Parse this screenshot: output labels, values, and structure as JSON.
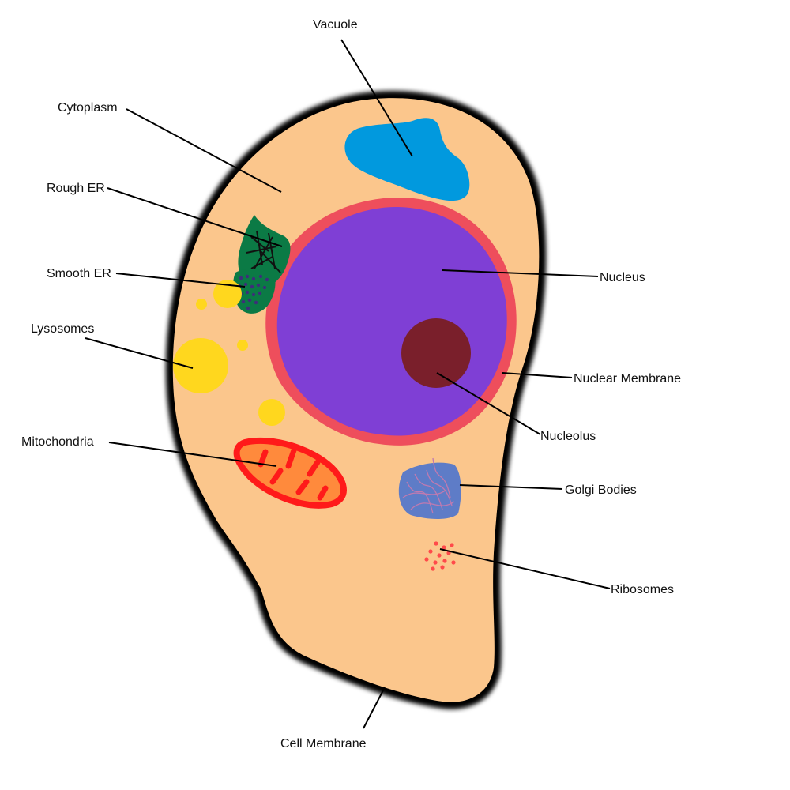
{
  "labels": {
    "vacuole": "Vacuole",
    "cytoplasm": "Cytoplasm",
    "rough_er": "Rough ER",
    "smooth_er": "Smooth ER",
    "lysosomes": "Lysosomes",
    "mitochondria": "Mitochondria",
    "nucleus": "Nucleus",
    "nuclear_membrane": "Nuclear Membrane",
    "nucleolus": "Nucleolus",
    "golgi_bodies": "Golgi Bodies",
    "ribosomes": "Ribosomes",
    "cell_membrane": "Cell Membrane"
  },
  "colors": {
    "cytoplasm": "#FBC68C",
    "cell_membrane": "#000000",
    "vacuole": "#0199DE",
    "nucleus": "#7F3FD5",
    "nuclear_membrane": "#EE4E5C",
    "nucleolus": "#7A1F2B",
    "rough_er": "#0B7A45",
    "smooth_er_dots": "#3D2E7A",
    "lysosome": "#FFD71E",
    "mitochondria_fill": "#FF8A3C",
    "mitochondria_outline": "#FF1A1A",
    "golgi": "#5E7CC7",
    "golgi_strands": "#C07AB0",
    "ribosome": "#FF4A4A"
  }
}
